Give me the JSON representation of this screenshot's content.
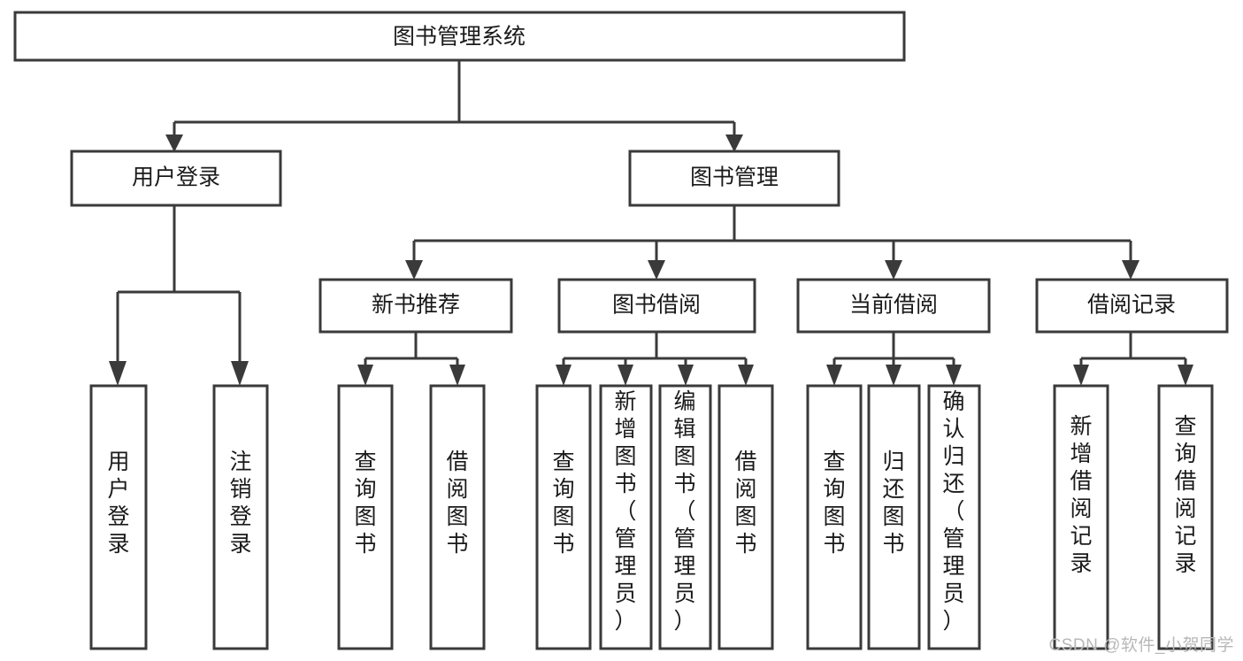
{
  "diagram": {
    "title": "图书管理系统",
    "type": "hierarchy-tree",
    "orientation": "top-down",
    "colors": {
      "box_fill": "#ffffff",
      "box_stroke": "#3a3a3a",
      "text": "#1a1a1a",
      "connector": "#3a3a3a",
      "watermark": "#b8b8b8",
      "background": "#ffffff"
    },
    "levels": [
      {
        "level": 1,
        "nodes": [
          {
            "id": "root",
            "label": "图书管理系统",
            "orientation": "horizontal"
          }
        ]
      },
      {
        "level": 2,
        "nodes": [
          {
            "id": "user-login",
            "label": "用户登录",
            "orientation": "horizontal",
            "parent": "root"
          },
          {
            "id": "book-manage",
            "label": "图书管理",
            "orientation": "horizontal",
            "parent": "root"
          }
        ]
      },
      {
        "level": 3,
        "nodes": [
          {
            "id": "new-book-rec",
            "label": "新书推荐",
            "orientation": "horizontal",
            "parent": "book-manage"
          },
          {
            "id": "book-borrow",
            "label": "图书借阅",
            "orientation": "horizontal",
            "parent": "book-manage"
          },
          {
            "id": "current-borrow",
            "label": "当前借阅",
            "orientation": "horizontal",
            "parent": "book-manage"
          },
          {
            "id": "borrow-record",
            "label": "借阅记录",
            "orientation": "horizontal",
            "parent": "book-manage"
          }
        ]
      },
      {
        "level": 4,
        "nodes": [
          {
            "id": "leaf-user-login",
            "label": "用户登录",
            "orientation": "vertical",
            "parent": "user-login"
          },
          {
            "id": "leaf-user-logout",
            "label": "注销登录",
            "orientation": "vertical",
            "parent": "user-login"
          },
          {
            "id": "leaf-query-book-1",
            "label": "查询图书",
            "orientation": "vertical",
            "parent": "new-book-rec"
          },
          {
            "id": "leaf-borrow-book-1",
            "label": "借阅图书",
            "orientation": "vertical",
            "parent": "new-book-rec"
          },
          {
            "id": "leaf-query-book-2",
            "label": "查询图书",
            "orientation": "vertical",
            "parent": "book-borrow"
          },
          {
            "id": "leaf-add-book",
            "label": "新增图书（管理员）",
            "orientation": "vertical",
            "parent": "book-borrow"
          },
          {
            "id": "leaf-edit-book",
            "label": "编辑图书（管理员）",
            "orientation": "vertical",
            "parent": "book-borrow"
          },
          {
            "id": "leaf-borrow-book-2",
            "label": "借阅图书",
            "orientation": "vertical",
            "parent": "book-borrow"
          },
          {
            "id": "leaf-query-book-3",
            "label": "查询图书",
            "orientation": "vertical",
            "parent": "current-borrow"
          },
          {
            "id": "leaf-return-book",
            "label": "归还图书",
            "orientation": "vertical",
            "parent": "current-borrow"
          },
          {
            "id": "leaf-confirm-return",
            "label": "确认归还（管理员）",
            "orientation": "vertical",
            "parent": "current-borrow"
          },
          {
            "id": "leaf-add-record",
            "label": "新增借阅记录",
            "orientation": "vertical",
            "parent": "borrow-record"
          },
          {
            "id": "leaf-query-record",
            "label": "查询借阅记录",
            "orientation": "vertical",
            "parent": "borrow-record"
          }
        ]
      }
    ]
  },
  "watermark": {
    "text": "CSDN @软件_小贺同学"
  }
}
